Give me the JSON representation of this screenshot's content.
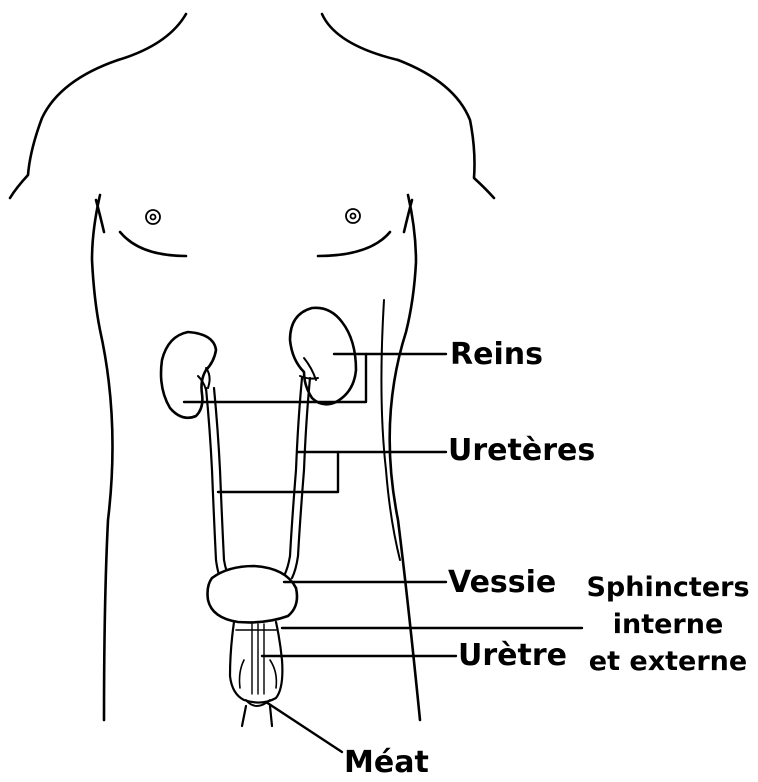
{
  "labels": {
    "kidneys": "Reins",
    "ureters": "Uretères",
    "bladder": "Vessie",
    "sphincters_line1": "Sphincters",
    "sphincters_line2": "interne",
    "sphincters_line3": "et externe",
    "urethra": "Urètre",
    "meatus": "Méat"
  },
  "colors": {
    "line": "#000000",
    "background": "#ffffff"
  }
}
